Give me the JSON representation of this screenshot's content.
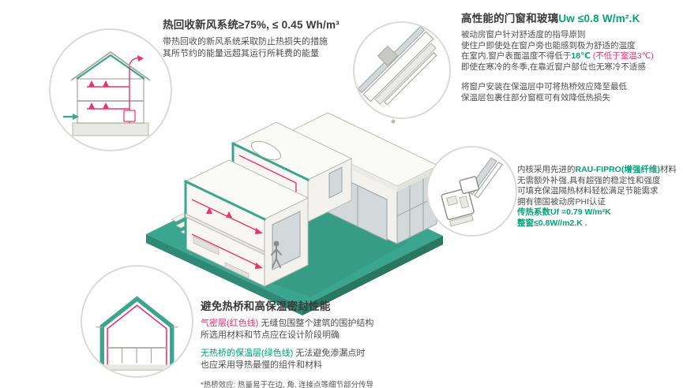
{
  "colors": {
    "teal": "#3BA68F",
    "teal_dark": "#2E8A75",
    "teal_darker": "#27785F",
    "green": "#00A47B",
    "red": "#E8336D",
    "dark": "#3A3A3A",
    "body": "#4F4F4F"
  },
  "ventilation": {
    "title": "热回收新风系统≥75%, ≤ 0.45 Wh/m³",
    "lines": [
      "带热回收的新风系统采取防止热损失的措施",
      "其所节约的能量远超其运行所耗费的能量"
    ]
  },
  "windows": {
    "title_dark": "高性能的门窗和玻璃",
    "title_green": "Uw ≤0.8 W/m².K",
    "lines_a": [
      "被动房窗户针对舒适度的指导原则",
      "使住户即使处在窗户旁也能感到极为舒适的温度"
    ],
    "line_temp_pre": "在室内,窗户表面温度不得低于",
    "line_temp_green": "18℃",
    "line_temp_red": " (不低于室温3℃)",
    "line_cold": "即使在寒冷的冬季,在靠近窗户部位也无寒冷不适感",
    "lines_b": [
      "将窗户安装在保温层中可将热桥效应降至最低",
      "保温层包裹住部分窗框可有效降低热损失"
    ]
  },
  "profile": {
    "line1_pre": "内核采用先进的",
    "line1_green": "RAU-FIPRO(增强纤维)",
    "line1_post": "材料",
    "lines": [
      "无需额外补强,具有超强的稳定性和强度",
      "可填充保温隔热材料轻松满足节能需求",
      "拥有德国被动房PHI认证"
    ],
    "uf_value": "传热系数Uf =0.79 W/m²K",
    "uw_value": "整窗≤0.8W//m2.K ."
  },
  "thermal": {
    "title": "避免热桥和高保温密封性能",
    "airtight_label": "气密层(红色线)",
    "airtight_rest": " 无缝包围整个建筑的围护结构",
    "airtight_line2": "所选用材料和节点应在设计阶段明确",
    "insulation_label": "无热桥的保温层(绿色线)",
    "insulation_rest": " 无法避免渗漏点时",
    "insulation_line2": "也应采用导热最慢的组件和材料",
    "footnote": "*热桥效应: 热量易于在边, 角, 连接点等细节部分传导"
  }
}
